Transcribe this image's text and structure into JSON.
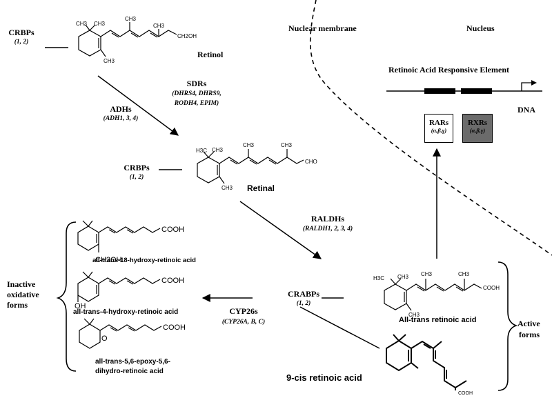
{
  "regions": {
    "nuclear_membrane": "Nuclear membrane",
    "nucleus": "Nucleus"
  },
  "dna": {
    "element_label": "Retinoic Acid Responsive Element",
    "dna_label": "DNA"
  },
  "receptors": {
    "rar": {
      "name": "RARs",
      "isoforms": "(α,β,γ)",
      "fill": "#ffffff"
    },
    "rxr": {
      "name": "RXRs",
      "isoforms": "(α,β,γ)",
      "fill": "#6b6b6b"
    }
  },
  "retinol": {
    "name": "Retinol",
    "binder": "CRBPs",
    "binder_sub": "(1, 2)",
    "ring_me1": "CH3",
    "ring_me2": "CH3",
    "chain_me1": "CH3",
    "chain_me2": "CH3",
    "ring_me3": "CH3",
    "end_group": "CH2OH"
  },
  "enzymes": {
    "sdrs": "SDRs",
    "sdrs_sub1": "(DHRS4, DHRS9,",
    "sdrs_sub2": "RODH4, EPIM)",
    "adhs": "ADHs",
    "adhs_sub": "(ADH1, 3, 4)",
    "raldhs": "RALDHs",
    "raldhs_sub": "(RALDH1, 2, 3, 4)",
    "cyp26s": "CYP26s",
    "cyp26s_sub": "(CYP26A, B, C)"
  },
  "retinal": {
    "name": "Retinal",
    "binder": "CRBPs",
    "binder_sub": "(1, 2)",
    "ring_me1": "H3C",
    "ring_me2": "CH3",
    "chain_me1": "CH3",
    "chain_me2": "CH3",
    "ring_me3": "CH3",
    "end_group": "CHO"
  },
  "crabps": {
    "name": "CRABPs",
    "sub": "(1, 2)"
  },
  "inactive": {
    "label1": "Inactive",
    "label2": "oxidative",
    "label3": "forms",
    "m1_name": "all-trans-18-hydroxy-retinoic acid",
    "m1_group": "COOH",
    "m1_sub": "CH2OH",
    "m2_name": "all-trans-4-hydroxy-retinoic acid",
    "m2_group": "COOH",
    "m2_sub": "OH",
    "m3_name_line1": "all-trans-5,6-epoxy-5,6-",
    "m3_name_line2": "dihydro-retinoic acid",
    "m3_group": "COOH",
    "m3_sub": "O"
  },
  "active": {
    "label1": "Active",
    "label2": "forms",
    "atra_name": "All-trans retinoic acid",
    "atra_ring_me1": "H3C",
    "atra_ring_me2": "CH3",
    "atra_chain_me1": "CH3",
    "atra_chain_me2": "CH3",
    "atra_ring_me3": "CH3",
    "atra_group": "COOH",
    "cis_name": "9-cis retinoic acid",
    "cis_group": "COOH"
  }
}
